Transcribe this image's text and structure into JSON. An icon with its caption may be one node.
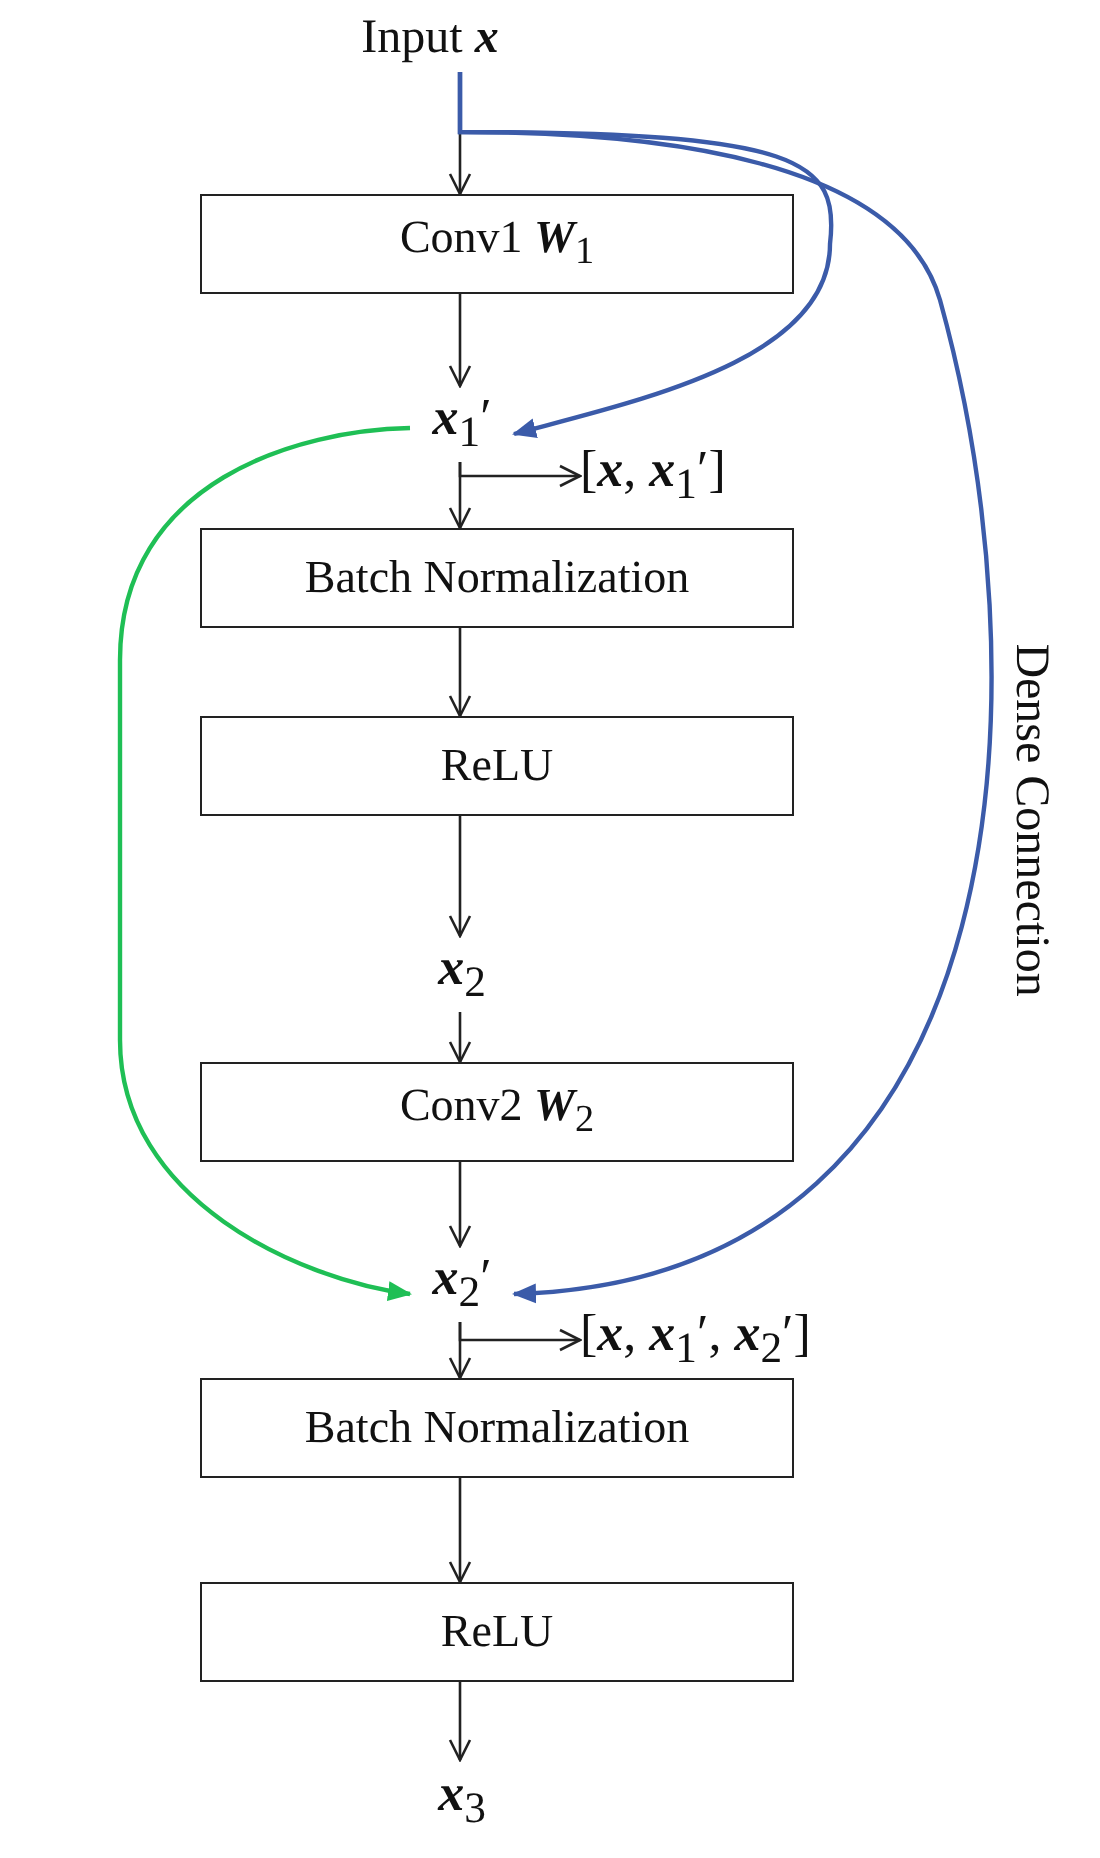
{
  "diagram": {
    "nodes": [
      {
        "text": [
          "Input **x**"
        ]
      },
      {
        "text": [
          "Conv1 **W**$_{1}$"
        ]
      },
      {
        "text": [
          "**x**$_{1}$′"
        ]
      },
      {
        "text": [
          "[**x**, **x**$_{1}$′]"
        ]
      },
      {
        "text": [
          "Batch Normalization"
        ]
      },
      {
        "text": [
          "ReLU"
        ]
      },
      {
        "text": [
          "**x**$_{2}$"
        ]
      },
      {
        "text": [
          "Conv2 **W**$_{2}$"
        ]
      },
      {
        "text": [
          "**x**$_{2}$′"
        ]
      },
      {
        "text": [
          "[**x**, **x**$_{1}$′, **x**$_{2}$′]"
        ]
      },
      {
        "text": [
          "Batch Normalization"
        ]
      },
      {
        "text": [
          "ReLU"
        ]
      },
      {
        "text": [
          "**x**$_{3}$"
        ]
      }
    ],
    "edges": [
      {
        "from": 0,
        "to": 1,
        "arrow": "to"
      },
      {
        "from": 1,
        "to": 2,
        "arrow": "to"
      },
      {
        "from": 2,
        "to": 3,
        "arrow": "to"
      },
      {
        "from": 2,
        "to": 4,
        "arrow": "to"
      },
      {
        "from": 4,
        "to": 5,
        "arrow": "to"
      },
      {
        "from": 5,
        "to": 6,
        "arrow": "to"
      },
      {
        "from": 6,
        "to": 7,
        "arrow": "to"
      },
      {
        "from": 7,
        "to": 8,
        "arrow": "to"
      },
      {
        "from": 8,
        "to": 9,
        "arrow": "to"
      },
      {
        "from": 8,
        "to": 10,
        "arrow": "to"
      },
      {
        "from": 10,
        "to": 11,
        "arrow": "to"
      },
      {
        "from": 11,
        "to": 12,
        "arrow": "to"
      },
      {
        "from": 0,
        "to": 2,
        "arrow": "to",
        "color": "#3b5ba9"
      },
      {
        "from": 0,
        "to": 8,
        "arrow": "to",
        "color": "#3b5ba9"
      },
      {
        "from": 2,
        "to": 8,
        "arrow": "to",
        "color": "#1fbf55"
      }
    ],
    "labels": [
      "Dense Connection"
    ]
  }
}
